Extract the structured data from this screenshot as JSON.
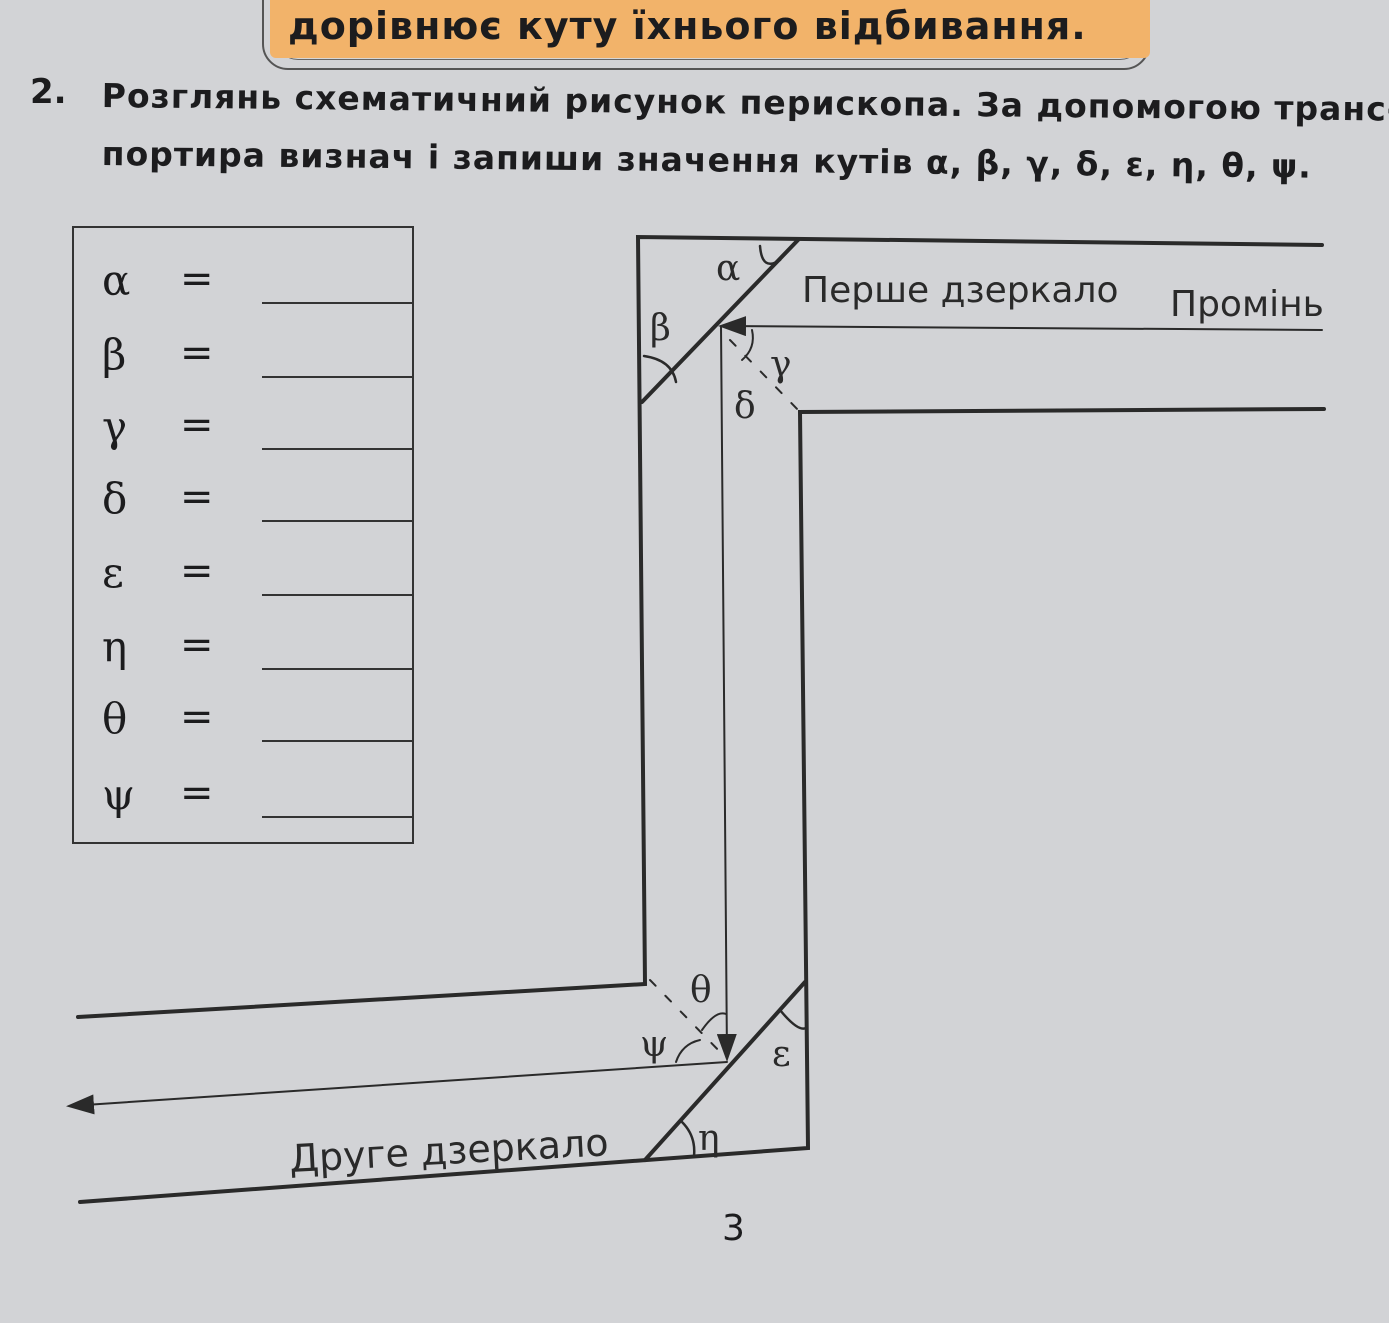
{
  "banner": {
    "text": "дорівнює куту їхнього відбивання."
  },
  "task": {
    "number": "2.",
    "line1": "Розглянь схематичний рисунок перископа. За допомогою транс-",
    "line2": "портира визнач і запиши значення кутів α, β, γ, δ, ε, η, θ, ψ."
  },
  "answers": [
    {
      "symbol": "α",
      "eq": "="
    },
    {
      "symbol": "β",
      "eq": "="
    },
    {
      "symbol": "γ",
      "eq": "="
    },
    {
      "symbol": "δ",
      "eq": "="
    },
    {
      "symbol": "ε",
      "eq": "="
    },
    {
      "symbol": "η",
      "eq": "="
    },
    {
      "symbol": "θ",
      "eq": "="
    },
    {
      "symbol": "ψ",
      "eq": "="
    }
  ],
  "diagram": {
    "first_mirror": "Перше дзеркало",
    "ray": "Промінь",
    "second_mirror": "Друге дзеркало",
    "angles": {
      "alpha": "α",
      "beta": "β",
      "gamma": "γ",
      "delta": "δ",
      "epsilon": "ε",
      "eta": "η",
      "theta": "θ",
      "psi": "ψ"
    }
  },
  "page_number": "3"
}
